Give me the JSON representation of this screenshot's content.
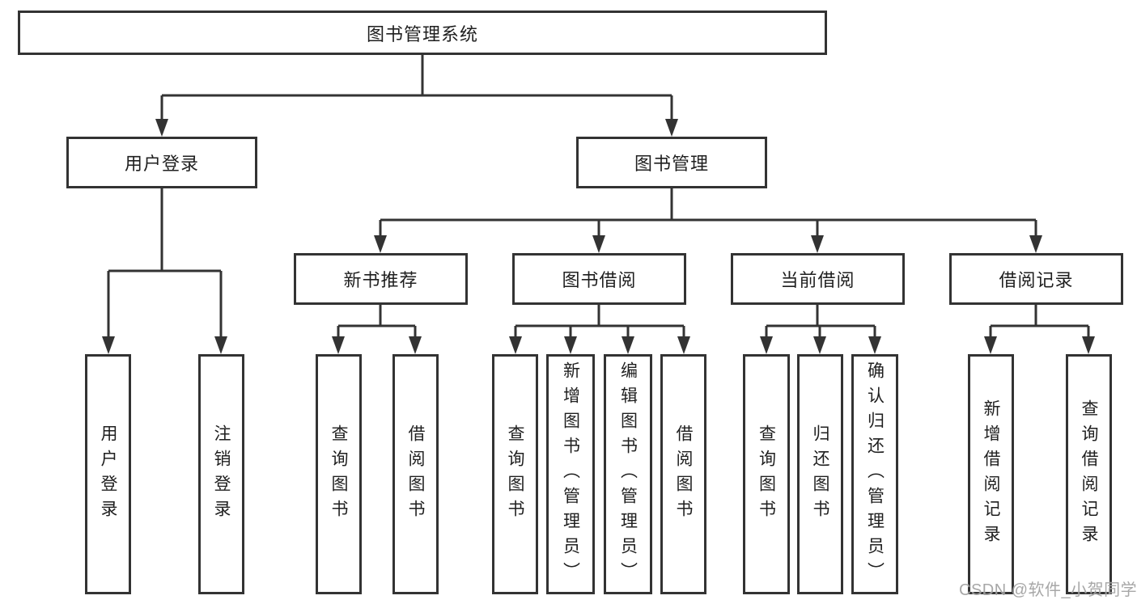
{
  "tree": {
    "root": {
      "label": "图书管理系统"
    },
    "branches": [
      {
        "label": "用户登录",
        "children": [
          {
            "label": "用户登录"
          },
          {
            "label": "注销登录"
          }
        ]
      },
      {
        "label": "图书管理",
        "children": [
          {
            "label": "新书推荐",
            "children": [
              {
                "label": "查询图书"
              },
              {
                "label": "借阅图书"
              }
            ]
          },
          {
            "label": "图书借阅",
            "children": [
              {
                "label": "查询图书"
              },
              {
                "label": "新增图书（管理员）"
              },
              {
                "label": "编辑图书（管理员）"
              },
              {
                "label": "借阅图书"
              }
            ]
          },
          {
            "label": "当前借阅",
            "children": [
              {
                "label": "查询图书"
              },
              {
                "label": "归还图书"
              },
              {
                "label": "确认归还（管理员）"
              }
            ]
          },
          {
            "label": "借阅记录",
            "children": [
              {
                "label": "新增借阅记录"
              },
              {
                "label": "查询借阅记录"
              }
            ]
          }
        ]
      }
    ]
  },
  "watermark": "CSDN @软件_小贺同学",
  "colors": {
    "line": "#333333",
    "box_border": "#333333",
    "text": "#1f1f1f",
    "watermark": "#9e9e9e",
    "background": "#ffffff"
  }
}
